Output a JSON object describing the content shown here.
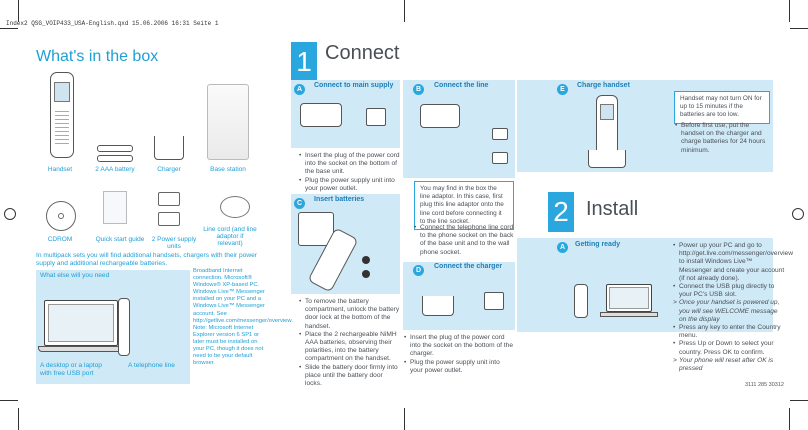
{
  "print_header": "Index2 QSG_VOIP433_USA-English.qxd   15.06.2006   16:31   Seite 1",
  "box": {
    "title": "What's in the box",
    "items": [
      "Handset",
      "2 AAA battery",
      "Charger",
      "Base station",
      "CDROM",
      "Quick start guide",
      "2 Power supply units",
      "Line cord (and line adaptor if relevant)"
    ],
    "note": "In multipack sets you will find additional handsets, chargers with their power supply and additional rechargeable batteries.",
    "need_title": "What else will you need",
    "need_laptop": "A desktop or a laptop with free USB port",
    "need_phone": "A telephone line",
    "requirements": "Broadband Internet connection. Microsoft® Windows® XP-based PC. Windows Live™ Messenger installed on your PC and a Windows Live™ Messenger account. See http://getlive.com/messenger/overview. Note: Microsoft Internet Explorer version 6 SP1 or later must be installed on your PC, though it does not need to be your default browser."
  },
  "connect": {
    "number": "1",
    "title": "Connect",
    "a_letter": "A",
    "a_title": "Connect to main supply",
    "a_items": [
      "Insert the plug of the power cord into the socket on the bottom of the base unit.",
      "Plug the power supply unit into your power outlet."
    ],
    "b_letter": "B",
    "b_title": "Connect the line",
    "b_note": "You may find in the box the line adaptor. In this case, first plug this line adaptor onto the line cord before connecting it to the line socket.",
    "b_items": [
      "Connect the telephone line cord to the phone socket on the back of the base unit and to the wall phone socket."
    ],
    "c_letter": "C",
    "c_title": "Insert batteries",
    "c_items": [
      "To remove the battery compartment, unlock the battery door lock at the bottom of the handset.",
      "Place the 2 rechargeable NiMH AAA batteries, observing their polarities, into the battery compartment on the handset.",
      "Slide the battery door firmly into place until the battery door locks."
    ],
    "d_letter": "D",
    "d_title": "Connect the charger",
    "d_items": [
      "Insert the plug of the power cord into the socket on the bottom of the charger.",
      "Plug the power supply unit into your power outlet."
    ],
    "e_letter": "E",
    "e_title": "Charge handset",
    "e_note": "Handset may not turn ON for up to 15 minutes if the batteries are too low.",
    "e_items": [
      "Before first use, put the handset on the charger and charge batteries for 24 hours minimum."
    ]
  },
  "install": {
    "number": "2",
    "title": "Install",
    "a_letter": "A",
    "a_title": "Getting ready",
    "items": [
      {
        "type": "bullet",
        "text": "Power up your PC and go to http://get.live.com/messenger/overview to install Windows Live™ Messenger and create your account (if not already done)."
      },
      {
        "type": "bullet",
        "text": "Connect the USB plug directly to your PC's USB slot."
      },
      {
        "type": "arrow",
        "text": "Once your handset is powered up, you will see WELCOME message on the display"
      },
      {
        "type": "bullet",
        "text": "Press any key to enter the Country menu."
      },
      {
        "type": "bullet",
        "text": "Press Up or Down to select your country. Press OK to confirm."
      },
      {
        "type": "arrow",
        "text": "Your phone will reset after OK is pressed"
      }
    ],
    "code": "3111 285 30312"
  }
}
